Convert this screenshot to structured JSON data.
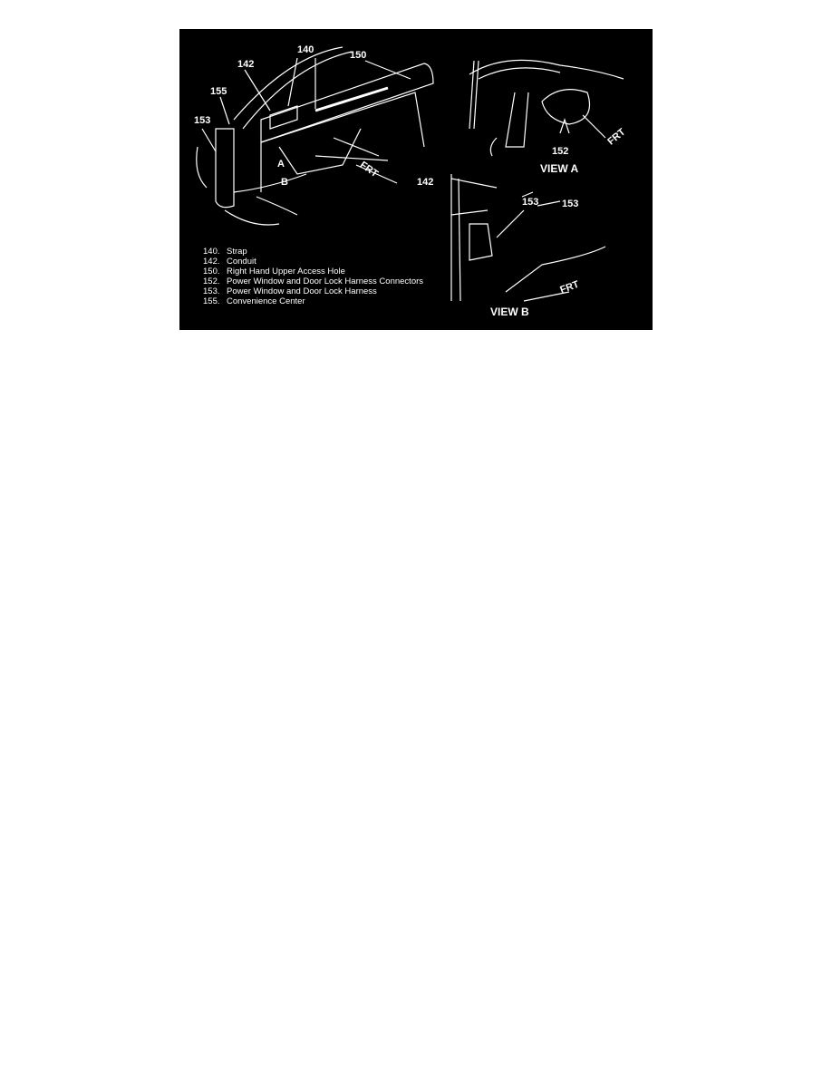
{
  "figure": {
    "callouts": {
      "c140": "140",
      "c142_main": "142",
      "c150": "150",
      "c155": "155",
      "c153_main": "153",
      "c152": "152",
      "c142_viewb": "142",
      "c153_viewb_a": "153",
      "c153_viewb_b": "153"
    },
    "arrows": {
      "a": "A",
      "b": "B",
      "frt_main": "FRT",
      "frt_view_a": "FRT",
      "frt_view_b": "FRT"
    },
    "views": {
      "view_a": "VIEW A",
      "view_b": "VIEW B"
    },
    "legend": [
      {
        "num": "140.",
        "label": "Strap"
      },
      {
        "num": "142.",
        "label": "Conduit"
      },
      {
        "num": "150.",
        "label": "Right Hand Upper Access Hole"
      },
      {
        "num": "152.",
        "label": "Power Window and Door Lock Harness Connectors"
      },
      {
        "num": "153.",
        "label": "Power Window and Door Lock Harness"
      },
      {
        "num": "155.",
        "label": "Convenience Center"
      }
    ],
    "colors": {
      "background": "#000000",
      "lines": "#ffffff"
    }
  }
}
